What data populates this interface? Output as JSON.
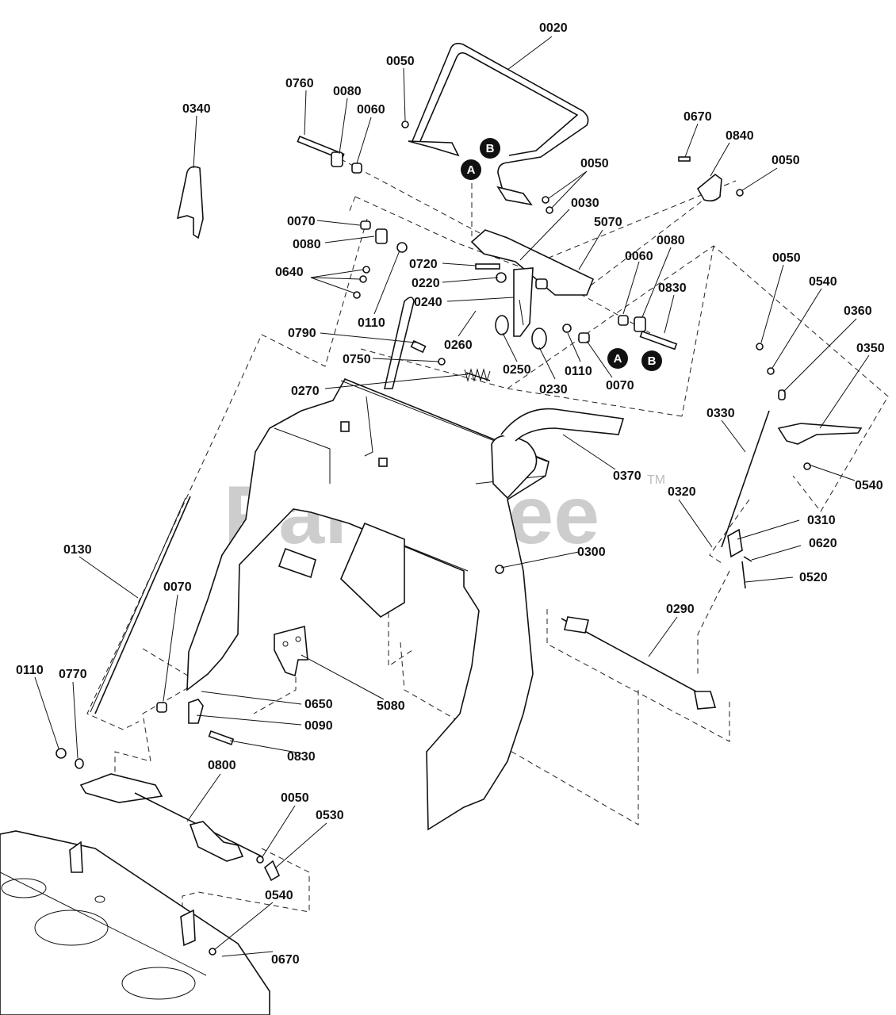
{
  "watermark": {
    "text": "PartsTree",
    "trademark": "TM"
  },
  "labels": {
    "l0020": "0020",
    "l0050_a": "0050",
    "l0760": "0760",
    "l0080_a": "0080",
    "l0060_a": "0060",
    "l0340": "0340",
    "l0670_a": "0670",
    "l0840": "0840",
    "l0050_b": "0050",
    "l0050_c": "0050",
    "l0030": "0030",
    "l5070": "5070",
    "l0070_a": "0070",
    "l0080_b": "0080",
    "l0640": "0640",
    "l0720": "0720",
    "l0220": "0220",
    "l0240": "0240",
    "l0060_b": "0060",
    "l0080_c": "0080",
    "l0830_a": "0830",
    "l0110_a": "0110",
    "l0790": "0790",
    "l0260": "0260",
    "l0750": "0750",
    "l0250": "0250",
    "l0110_b": "0110",
    "l0230": "0230",
    "l0070_b": "0070",
    "l0270": "0270",
    "l0050_d": "0050",
    "l0540_a": "0540",
    "l0360": "0360",
    "l0350": "0350",
    "l0330": "0330",
    "l0370": "0370",
    "l0540_b": "0540",
    "l0320": "0320",
    "l0310": "0310",
    "l0620": "0620",
    "l0520": "0520",
    "l0300": "0300",
    "l0130": "0130",
    "l0070_c": "0070",
    "l0290": "0290",
    "l0110_c": "0110",
    "l0770": "0770",
    "l0650": "0650",
    "l5080": "5080",
    "l0090": "0090",
    "l0830_b": "0830",
    "l0800": "0800",
    "l0050_e": "0050",
    "l0530": "0530",
    "l0540_c": "0540",
    "l0670_b": "0670"
  },
  "markers": {
    "a1": "A",
    "b1": "B",
    "a2": "A",
    "b2": "B"
  }
}
